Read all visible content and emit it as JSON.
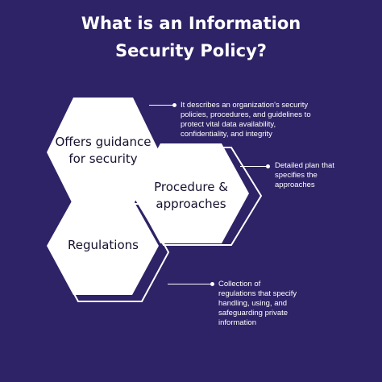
{
  "title": {
    "line1": "What is an Information",
    "line2": "Security Policy?"
  },
  "hexagons": [
    {
      "label_line1": "Offers guidance",
      "label_line2": "for security"
    },
    {
      "label_line1": "Procedure &",
      "label_line2": "approaches"
    },
    {
      "label_line1": "Regulations"
    }
  ],
  "descriptions": [
    {
      "lines": [
        "It describes an organization's security",
        "policies, procedures, and guidelines to",
        "protect vital data availability,",
        "confidentiality, and integrity"
      ]
    },
    {
      "lines": [
        "Detailed plan that",
        "specifies the",
        "approaches"
      ]
    },
    {
      "lines": [
        "Collection of",
        "regulations that specify",
        "handling, using, and",
        "safeguarding private",
        "information"
      ]
    }
  ],
  "colors": {
    "background": "#2d2366",
    "hexagon_fill": "#ffffff",
    "hexagon_text": "#15112e"
  }
}
